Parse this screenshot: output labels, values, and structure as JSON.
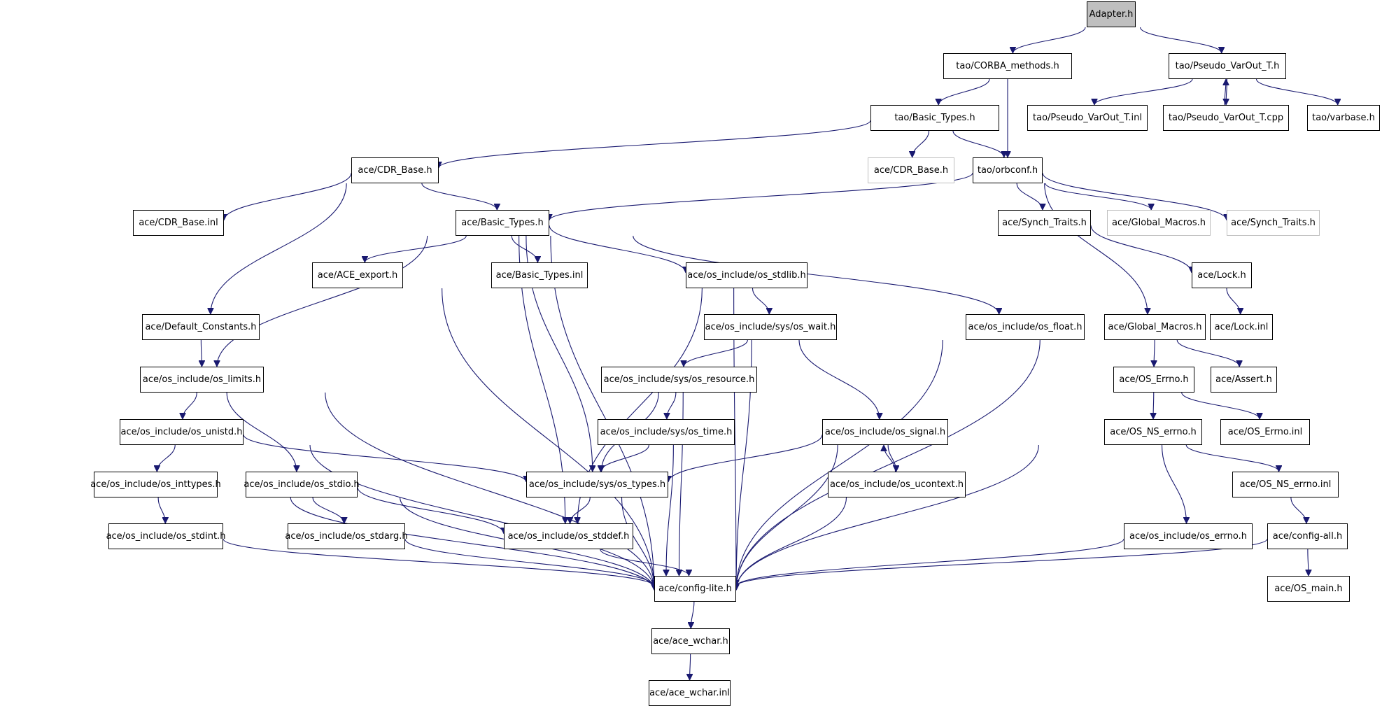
{
  "graph": {
    "title": "Adapter.h include dependency graph",
    "colors": {
      "edge": "#191970",
      "root_fill": "#bfbfbf",
      "ghost_border": "#bfbfbf"
    },
    "nodes": [
      {
        "id": "adapter",
        "label": "Adapter.h",
        "kind": "root"
      },
      {
        "id": "tao_corba_methods",
        "label": "tao/CORBA_methods.h"
      },
      {
        "id": "tao_pseudo_varout_h",
        "label": "tao/Pseudo_VarOut_T.h"
      },
      {
        "id": "tao_basic_types",
        "label": "tao/Basic_Types.h"
      },
      {
        "id": "tao_pseudo_varout_inl",
        "label": "tao/Pseudo_VarOut_T.inl"
      },
      {
        "id": "tao_pseudo_varout_cpp",
        "label": "tao/Pseudo_VarOut_T.cpp"
      },
      {
        "id": "tao_varbase",
        "label": "tao/varbase.h"
      },
      {
        "id": "ace_cdr_base",
        "label": "ace/CDR_Base.h"
      },
      {
        "id": "ace_cdr_base_ghost",
        "label": "ace/CDR_Base.h",
        "kind": "ghost"
      },
      {
        "id": "tao_orbconf",
        "label": "tao/orbconf.h"
      },
      {
        "id": "ace_cdr_base_inl",
        "label": "ace/CDR_Base.inl"
      },
      {
        "id": "ace_basic_types",
        "label": "ace/Basic_Types.h"
      },
      {
        "id": "ace_synch_traits",
        "label": "ace/Synch_Traits.h"
      },
      {
        "id": "ace_global_macros_ghost",
        "label": "ace/Global_Macros.h",
        "kind": "ghost"
      },
      {
        "id": "ace_synch_traits_ghost",
        "label": "ace/Synch_Traits.h",
        "kind": "ghost"
      },
      {
        "id": "ace_ace_export",
        "label": "ace/ACE_export.h"
      },
      {
        "id": "ace_basic_types_inl",
        "label": "ace/Basic_Types.inl"
      },
      {
        "id": "os_stdlib",
        "label": "ace/os_include/os_stdlib.h"
      },
      {
        "id": "ace_lock",
        "label": "ace/Lock.h"
      },
      {
        "id": "ace_default_constants",
        "label": "ace/Default_Constants.h"
      },
      {
        "id": "os_wait",
        "label": "ace/os_include/sys/os_wait.h"
      },
      {
        "id": "os_float",
        "label": "ace/os_include/os_float.h"
      },
      {
        "id": "ace_global_macros",
        "label": "ace/Global_Macros.h"
      },
      {
        "id": "ace_lock_inl",
        "label": "ace/Lock.inl"
      },
      {
        "id": "os_limits",
        "label": "ace/os_include/os_limits.h"
      },
      {
        "id": "os_resource",
        "label": "ace/os_include/sys/os_resource.h"
      },
      {
        "id": "ace_os_errno",
        "label": "ace/OS_Errno.h"
      },
      {
        "id": "ace_assert",
        "label": "ace/Assert.h"
      },
      {
        "id": "os_unistd",
        "label": "ace/os_include/os_unistd.h"
      },
      {
        "id": "os_time",
        "label": "ace/os_include/sys/os_time.h"
      },
      {
        "id": "os_signal",
        "label": "ace/os_include/os_signal.h"
      },
      {
        "id": "ace_os_ns_errno",
        "label": "ace/OS_NS_errno.h"
      },
      {
        "id": "ace_os_errno_inl",
        "label": "ace/OS_Errno.inl"
      },
      {
        "id": "os_inttypes",
        "label": "ace/os_include/os_inttypes.h"
      },
      {
        "id": "os_stdio",
        "label": "ace/os_include/os_stdio.h"
      },
      {
        "id": "os_types",
        "label": "ace/os_include/sys/os_types.h"
      },
      {
        "id": "os_ucontext",
        "label": "ace/os_include/os_ucontext.h"
      },
      {
        "id": "ace_os_ns_errno_inl",
        "label": "ace/OS_NS_errno.inl"
      },
      {
        "id": "os_stdint",
        "label": "ace/os_include/os_stdint.h"
      },
      {
        "id": "os_stdarg",
        "label": "ace/os_include/os_stdarg.h"
      },
      {
        "id": "os_stddef",
        "label": "ace/os_include/os_stddef.h"
      },
      {
        "id": "os_errno",
        "label": "ace/os_include/os_errno.h"
      },
      {
        "id": "ace_config_all",
        "label": "ace/config-all.h"
      },
      {
        "id": "ace_config_lite",
        "label": "ace/config-lite.h"
      },
      {
        "id": "ace_os_main",
        "label": "ace/OS_main.h"
      },
      {
        "id": "ace_ace_wchar",
        "label": "ace/ace_wchar.h"
      },
      {
        "id": "ace_ace_wchar_inl",
        "label": "ace/ace_wchar.inl"
      }
    ],
    "edges": [
      [
        "adapter",
        "tao_corba_methods"
      ],
      [
        "adapter",
        "tao_pseudo_varout_h"
      ],
      [
        "tao_corba_methods",
        "tao_basic_types"
      ],
      [
        "tao_corba_methods",
        "tao_orbconf"
      ],
      [
        "tao_pseudo_varout_h",
        "tao_pseudo_varout_inl"
      ],
      [
        "tao_pseudo_varout_h",
        "tao_pseudo_varout_cpp"
      ],
      [
        "tao_pseudo_varout_cpp",
        "tao_pseudo_varout_h"
      ],
      [
        "tao_pseudo_varout_h",
        "tao_varbase"
      ],
      [
        "tao_basic_types",
        "ace_cdr_base"
      ],
      [
        "tao_basic_types",
        "ace_cdr_base_ghost"
      ],
      [
        "tao_basic_types",
        "tao_orbconf"
      ],
      [
        "ace_cdr_base",
        "ace_cdr_base_inl"
      ],
      [
        "ace_cdr_base",
        "ace_basic_types"
      ],
      [
        "ace_cdr_base",
        "ace_default_constants"
      ],
      [
        "tao_orbconf",
        "ace_basic_types"
      ],
      [
        "tao_orbconf",
        "ace_synch_traits"
      ],
      [
        "tao_orbconf",
        "ace_global_macros_ghost"
      ],
      [
        "tao_orbconf",
        "ace_synch_traits_ghost"
      ],
      [
        "tao_orbconf",
        "ace_global_macros"
      ],
      [
        "ace_basic_types",
        "ace_ace_export"
      ],
      [
        "ace_basic_types",
        "ace_basic_types_inl"
      ],
      [
        "ace_basic_types",
        "os_stdlib"
      ],
      [
        "ace_basic_types",
        "os_float"
      ],
      [
        "ace_basic_types",
        "os_limits"
      ],
      [
        "ace_basic_types",
        "os_types"
      ],
      [
        "ace_basic_types",
        "os_stddef"
      ],
      [
        "ace_basic_types",
        "ace_config_lite"
      ],
      [
        "ace_synch_traits",
        "ace_lock"
      ],
      [
        "ace_lock",
        "ace_lock_inl"
      ],
      [
        "ace_ace_export",
        "ace_config_lite"
      ],
      [
        "os_stdlib",
        "os_wait"
      ],
      [
        "os_stdlib",
        "os_stddef"
      ],
      [
        "os_stdlib",
        "ace_config_lite"
      ],
      [
        "ace_default_constants",
        "os_limits"
      ],
      [
        "os_wait",
        "os_resource"
      ],
      [
        "os_wait",
        "os_signal"
      ],
      [
        "os_wait",
        "ace_config_lite"
      ],
      [
        "os_float",
        "ace_config_lite"
      ],
      [
        "ace_global_macros",
        "ace_os_errno"
      ],
      [
        "ace_global_macros",
        "ace_assert"
      ],
      [
        "ace_global_macros",
        "ace_config_lite"
      ],
      [
        "os_limits",
        "os_unistd"
      ],
      [
        "os_limits",
        "os_stdio"
      ],
      [
        "os_limits",
        "ace_config_lite"
      ],
      [
        "os_resource",
        "os_time"
      ],
      [
        "os_resource",
        "os_types"
      ],
      [
        "os_resource",
        "ace_config_lite"
      ],
      [
        "ace_os_errno",
        "ace_os_ns_errno"
      ],
      [
        "ace_os_errno",
        "ace_os_errno_inl"
      ],
      [
        "os_unistd",
        "os_inttypes"
      ],
      [
        "os_unistd",
        "os_types"
      ],
      [
        "os_unistd",
        "ace_config_lite"
      ],
      [
        "os_time",
        "os_types"
      ],
      [
        "os_time",
        "ace_config_lite"
      ],
      [
        "os_signal",
        "os_types"
      ],
      [
        "os_signal",
        "os_ucontext"
      ],
      [
        "os_ucontext",
        "os_signal"
      ],
      [
        "os_signal",
        "ace_config_lite"
      ],
      [
        "ace_os_ns_errno",
        "os_errno"
      ],
      [
        "ace_os_ns_errno",
        "ace_os_ns_errno_inl"
      ],
      [
        "ace_os_ns_errno",
        "ace_config_lite"
      ],
      [
        "os_inttypes",
        "os_stdint"
      ],
      [
        "os_inttypes",
        "ace_config_lite"
      ],
      [
        "os_stdio",
        "os_stdarg"
      ],
      [
        "os_stdio",
        "os_stddef"
      ],
      [
        "os_stdio",
        "ace_config_lite"
      ],
      [
        "os_types",
        "os_stddef"
      ],
      [
        "os_types",
        "ace_config_lite"
      ],
      [
        "os_ucontext",
        "ace_config_lite"
      ],
      [
        "ace_os_ns_errno_inl",
        "ace_config_all"
      ],
      [
        "os_stdint",
        "ace_config_lite"
      ],
      [
        "os_stdarg",
        "ace_config_lite"
      ],
      [
        "os_stddef",
        "ace_config_lite"
      ],
      [
        "os_errno",
        "ace_config_lite"
      ],
      [
        "ace_config_all",
        "ace_config_lite"
      ],
      [
        "ace_config_all",
        "ace_os_main"
      ],
      [
        "ace_config_lite",
        "ace_ace_wchar"
      ],
      [
        "ace_ace_wchar",
        "ace_ace_wchar_inl"
      ]
    ]
  }
}
